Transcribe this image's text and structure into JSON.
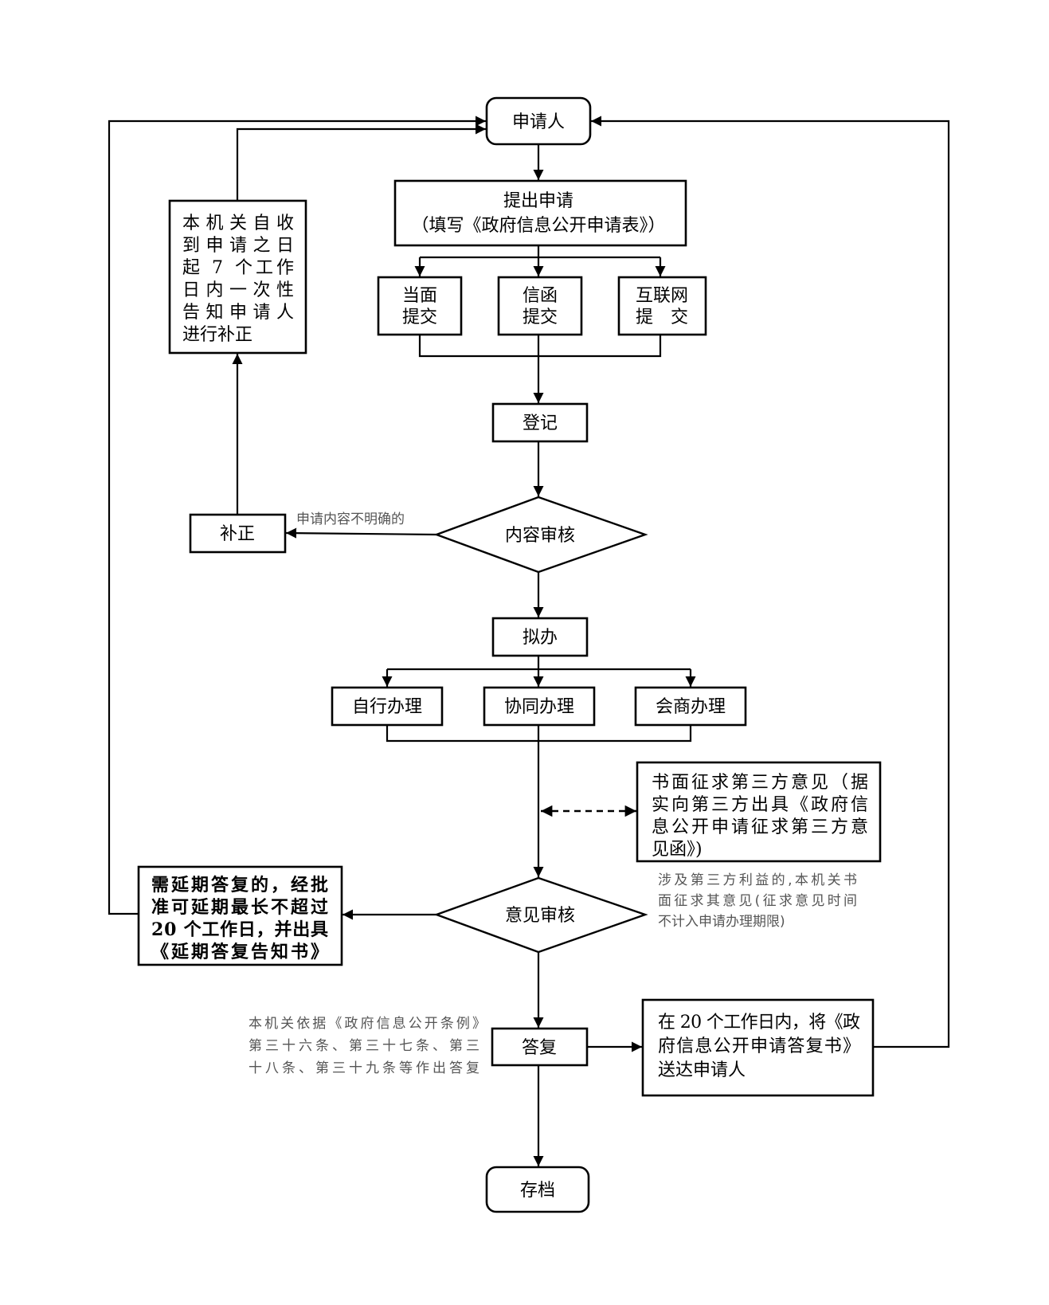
{
  "nodes": {
    "applicant": "申请人",
    "submit": [
      "提出申请",
      "（填写《政府信息公开申请表》）"
    ],
    "in_person": [
      "当面",
      "提交"
    ],
    "by_mail": [
      "信函",
      "提交"
    ],
    "online": [
      "互联网",
      "提　交"
    ],
    "register": "登记",
    "content_review": "内容审核",
    "supplement": "补正",
    "supplement_notice": [
      "本机关自收",
      "到申请之日",
      "起 7 个工作",
      "日内一次性",
      "告知申请人",
      "进行补正"
    ],
    "draft": "拟办",
    "self_handle": "自行办理",
    "joint_handle": "协同办理",
    "consult_handle": "会商办理",
    "third_party": [
      "书面征求第三方意见（据",
      "实向第三方出具《政府信",
      "息公开申请征求第三方意",
      "见函》)"
    ],
    "opinion_review": "意见审核",
    "extension": [
      "需延期答复的，经批",
      "准可延期最长不超过",
      "20 个工作日，并出具",
      "《延期答复告知书》"
    ],
    "reply": "答复",
    "deliver": [
      "在 20 个工作日内，将《政",
      "府信息公开申请答复书》",
      "送达申请人"
    ],
    "archive": "存档"
  },
  "labels": {
    "unclear_content": "申请内容不明确的",
    "third_party_note": [
      "涉及第三方利益的,本机关书",
      "面征求其意见(征求意见时间",
      "不计入申请办理期限)"
    ],
    "reply_note": [
      "本机关依据《政府信息公开条例》",
      "第三十六条、第三十七条、第三",
      "十八条、第三十九条等作出答复"
    ]
  }
}
